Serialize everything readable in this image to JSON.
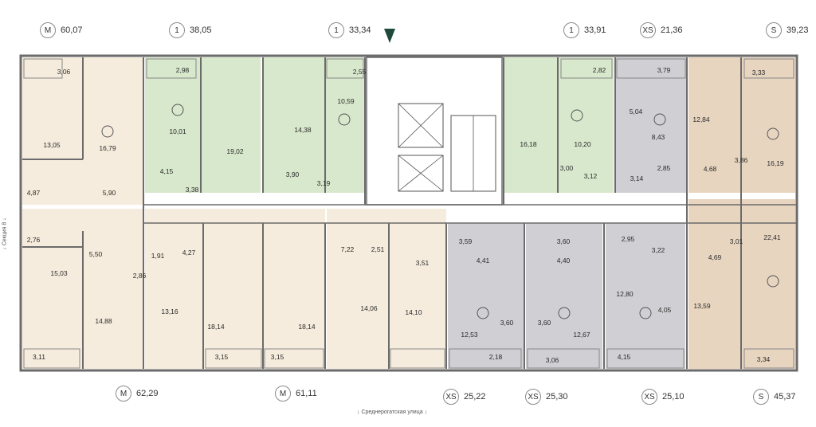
{
  "colors": {
    "cream": "#f6ecdd",
    "green": "#d8e8cc",
    "grey": "#d0cfd3",
    "tan": "#e8d5c0",
    "wall": "#6b6b6b",
    "compass": "#1f4a3a",
    "badge_border": "#8a8a8a"
  },
  "apartments": [
    {
      "id": "top-1",
      "type": "M",
      "area": "60,07"
    },
    {
      "id": "top-2",
      "type": "1",
      "area": "38,05"
    },
    {
      "id": "top-3",
      "type": "1",
      "area": "33,34"
    },
    {
      "id": "top-4",
      "type": "1",
      "area": "33,91"
    },
    {
      "id": "top-5",
      "type": "XS",
      "area": "21,36"
    },
    {
      "id": "top-6",
      "type": "S",
      "area": "39,23"
    },
    {
      "id": "bot-1",
      "type": "M",
      "area": "62,29"
    },
    {
      "id": "bot-2",
      "type": "M",
      "area": "61,11"
    },
    {
      "id": "bot-3",
      "type": "XS",
      "area": "25,22"
    },
    {
      "id": "bot-4",
      "type": "XS",
      "area": "25,30"
    },
    {
      "id": "bot-5",
      "type": "XS",
      "area": "25,10"
    },
    {
      "id": "bot-6",
      "type": "S",
      "area": "45,37"
    }
  ],
  "room_areas": [
    "3,06",
    "13,05",
    "16,79",
    "4,87",
    "5,90",
    "2,76",
    "15,03",
    "2,98",
    "10,01",
    "19,02",
    "4,15",
    "3,38",
    "14,38",
    "3,90",
    "3,19",
    "10,59",
    "2,55",
    "16,18",
    "10,20",
    "3,00",
    "3,12",
    "2,82",
    "5,04",
    "8,43",
    "3,14",
    "2,85",
    "3,79",
    "3,33",
    "12,84",
    "4,68",
    "3,86",
    "16,19",
    "5,50",
    "1,91",
    "2,86",
    "4,27",
    "14,88",
    "13,16",
    "3,11",
    "18,14",
    "18,14",
    "3,15",
    "3,15",
    "7,22",
    "2,51",
    "3,51",
    "14,06",
    "14,10",
    "3,59",
    "4,41",
    "3,60",
    "12,53",
    "2,18",
    "3,60",
    "4,40",
    "3,60",
    "12,67",
    "3,06",
    "2,95",
    "3,22",
    "12,80",
    "4,05",
    "4,15",
    "3,01",
    "22,41",
    "4,69",
    "13,59",
    "3,34"
  ],
  "street_label": "Среднерогатская улица",
  "section_label": "Секция 8"
}
